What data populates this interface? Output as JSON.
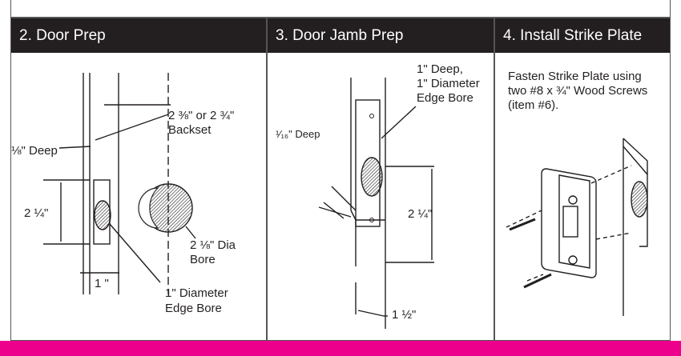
{
  "panels": [
    {
      "title": "2. Door Prep"
    },
    {
      "title": "3. Door Jamb Prep"
    },
    {
      "title": "4. Install Strike Plate"
    }
  ],
  "door_prep": {
    "backset_line1": "2 ⅜\" or  2 ¾\"",
    "backset_line2": "Backset",
    "deep": "⅛\" Deep",
    "height": "2 ¼\"",
    "width": "1 \"",
    "dia_bore_line1": "2 ⅛\" Dia",
    "dia_bore_line2": "Bore",
    "edge_bore_line1": "1\" Diameter",
    "edge_bore_line2": "Edge Bore"
  },
  "jamb_prep": {
    "deep_label_line1": "1\" Deep,",
    "deep_label_line2": "1\" Diameter",
    "deep_label_line3": "Edge Bore",
    "mortise_deep": "¹⁄₁₆\" Deep",
    "height": "2 ¼\"",
    "width": "1 ½\""
  },
  "strike": {
    "line1": "Fasten Strike Plate using",
    "line2": "two #8 x ¾\" Wood Screws",
    "line3": "(item #6)."
  },
  "colors": {
    "header_bg": "#231f20",
    "accent_bar": "#ec008c"
  }
}
